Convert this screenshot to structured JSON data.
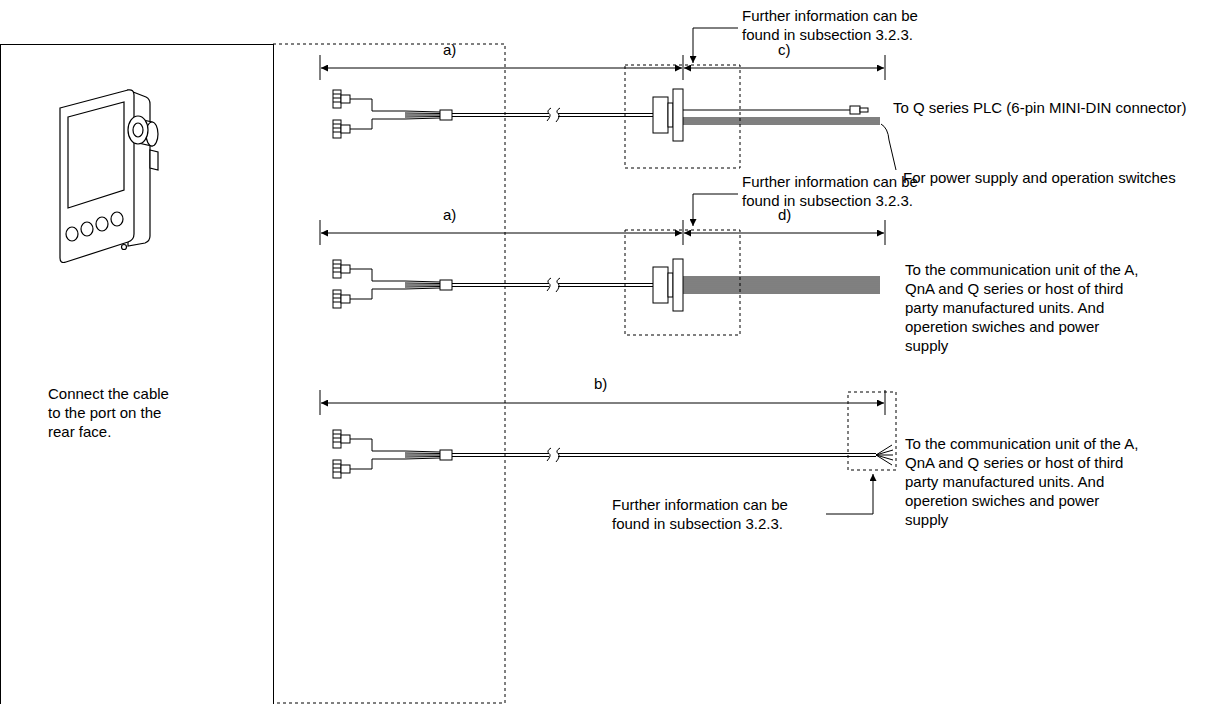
{
  "diagram": {
    "nodes": [
      {
        "text": [
          "Connect the cable to the port on the rear face."
        ]
      }
    ],
    "labels": [
      "Further information can be found in subsection 3.2.3.",
      "a)",
      "c)",
      "To Q series PLC (6-pin MINI-DIN connector)",
      "For power supply and operation switches",
      "Further information can be found in subsection 3.2.3.",
      "a)",
      "d)",
      "To the communication unit of the A, QnA and Q series or host of third party manufactured units. And operetion swiches and power supply",
      "b)",
      "To the communication unit of the A, QnA and Q series or host of third party manufactured units. And operetion swiches and power supply",
      "Further information can be found in subsection 3.2.3."
    ]
  }
}
